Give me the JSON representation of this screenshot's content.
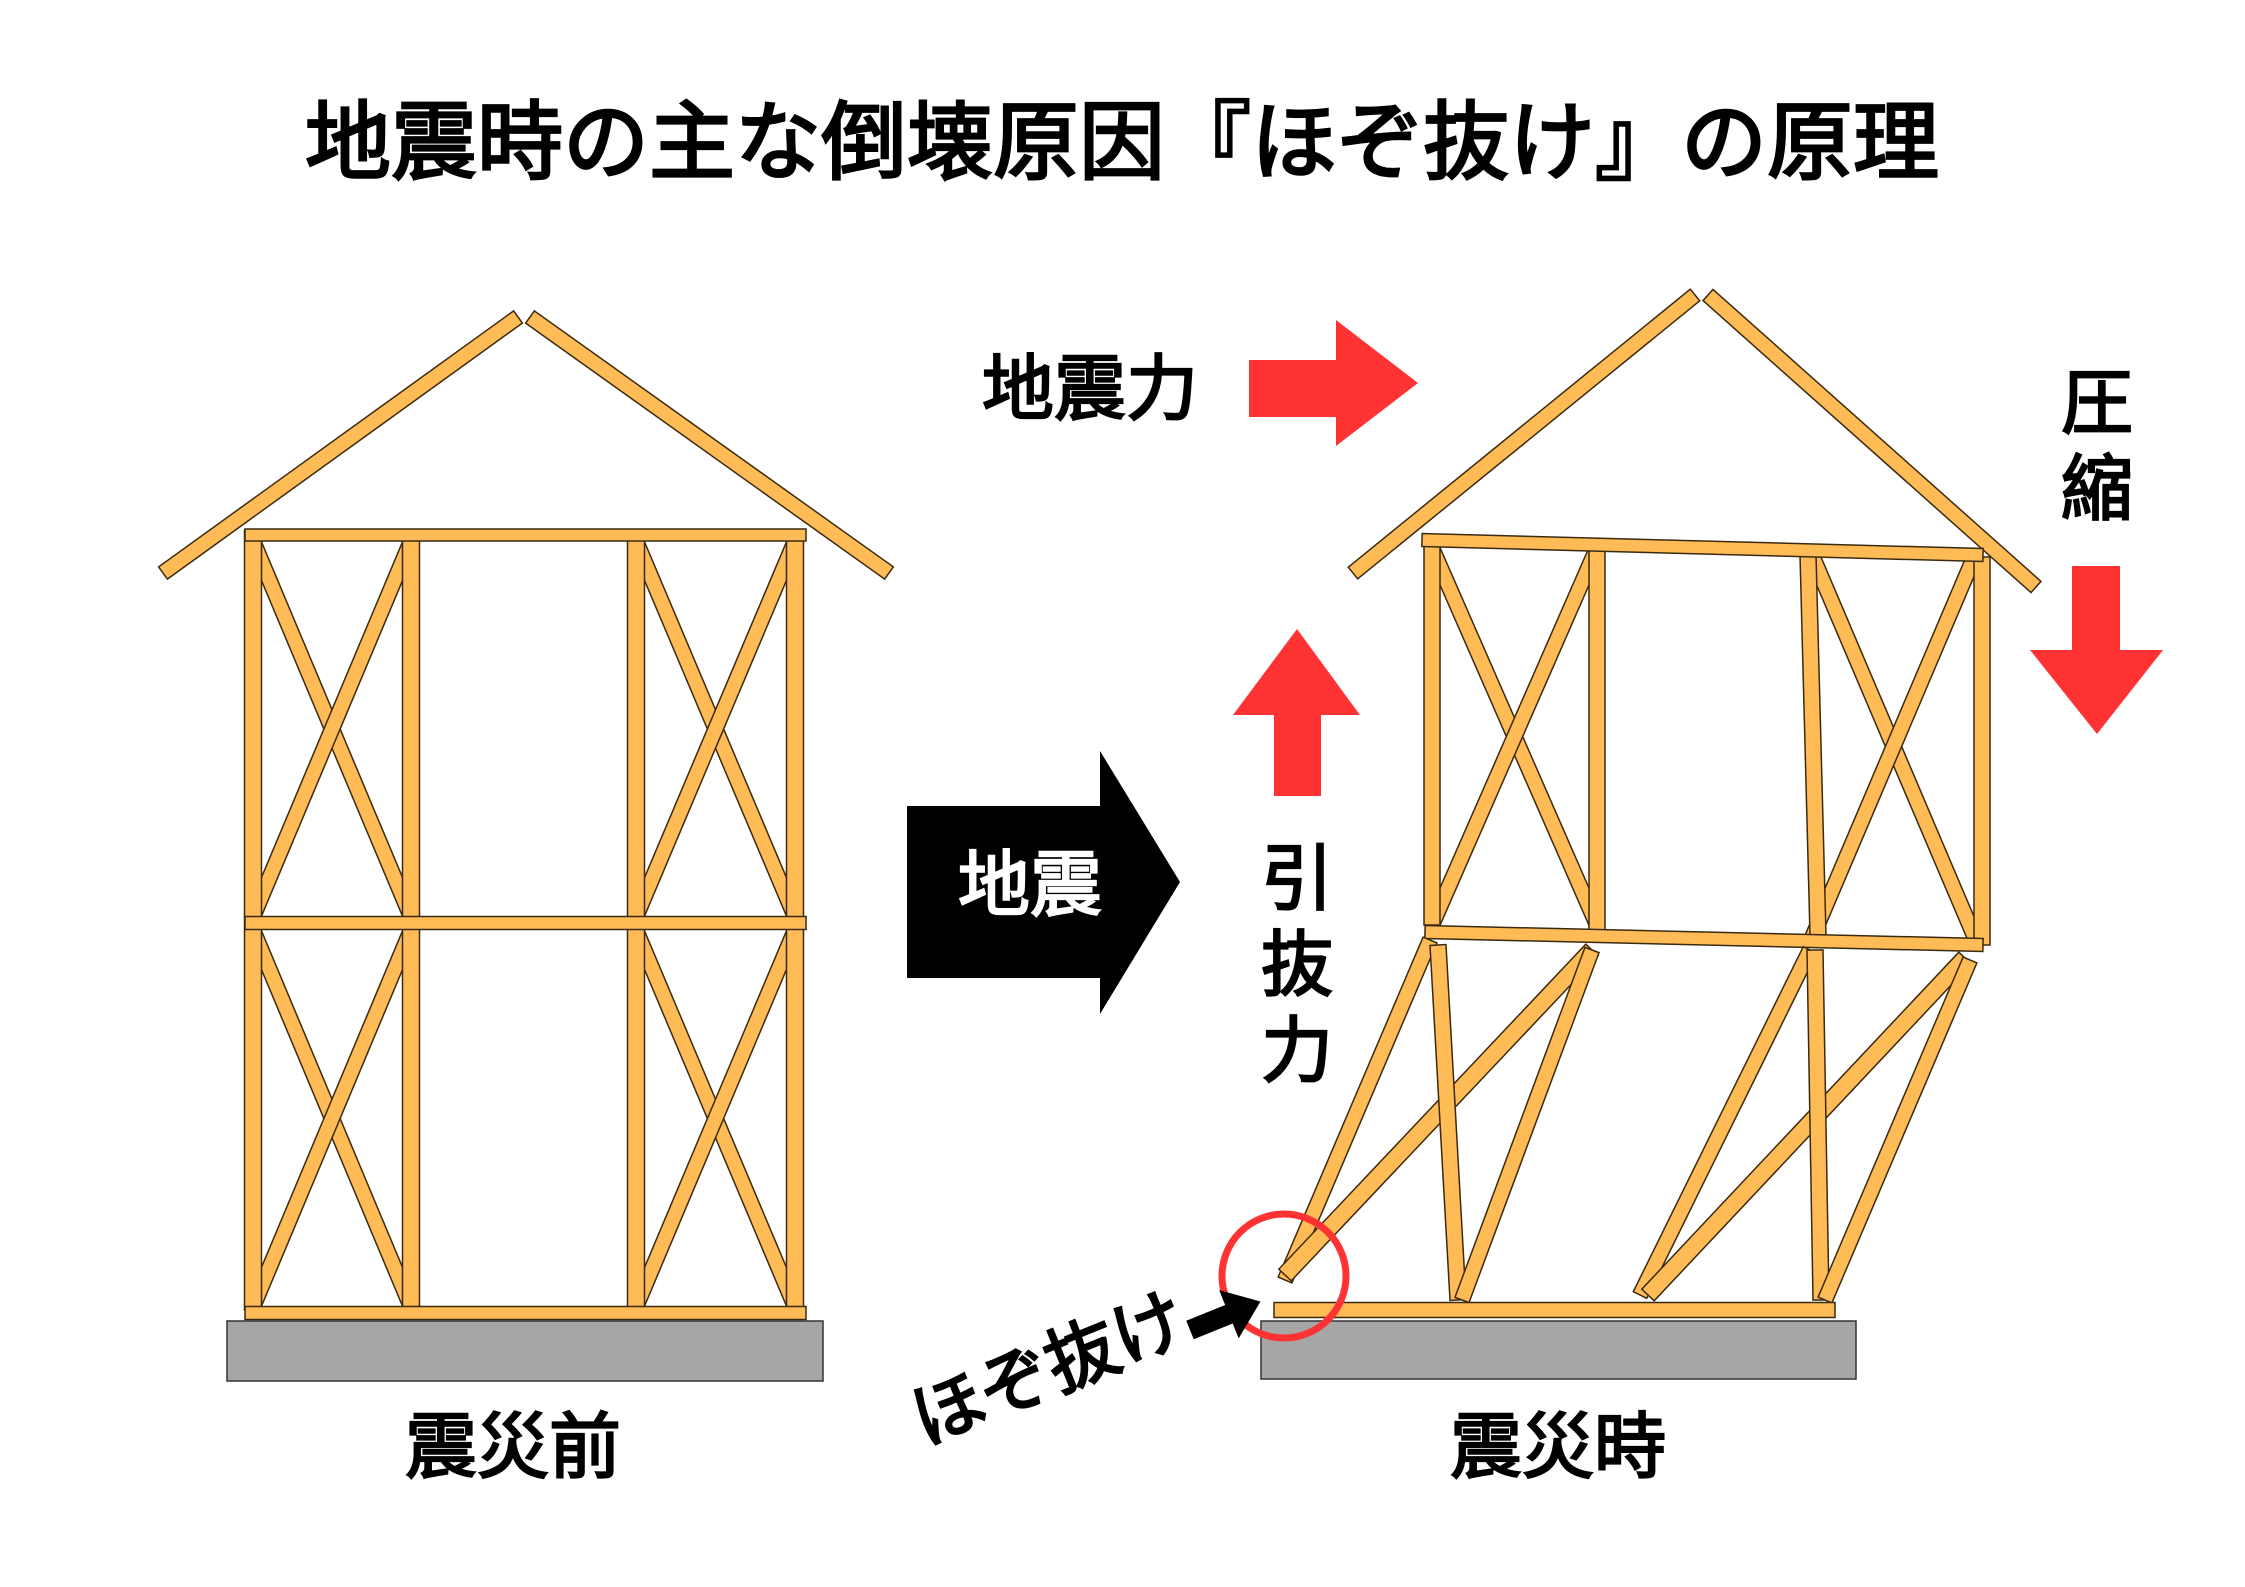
{
  "title": "地震時の主な倒壊原因『ほぞ抜け』の原理",
  "labels": {
    "before": "震災前",
    "after": "震災時",
    "earthquake": "地震",
    "seismic_force": "地震力",
    "pull_out_force": [
      "引",
      "抜",
      "力"
    ],
    "compression": [
      "圧",
      "縮"
    ],
    "tenon_pull_out": "ほぞ抜け"
  },
  "colors": {
    "wood": "#FFBB55",
    "foundation": "#A6A6A6",
    "force_arrow": "#FF3333",
    "main_arrow": "#000000"
  }
}
